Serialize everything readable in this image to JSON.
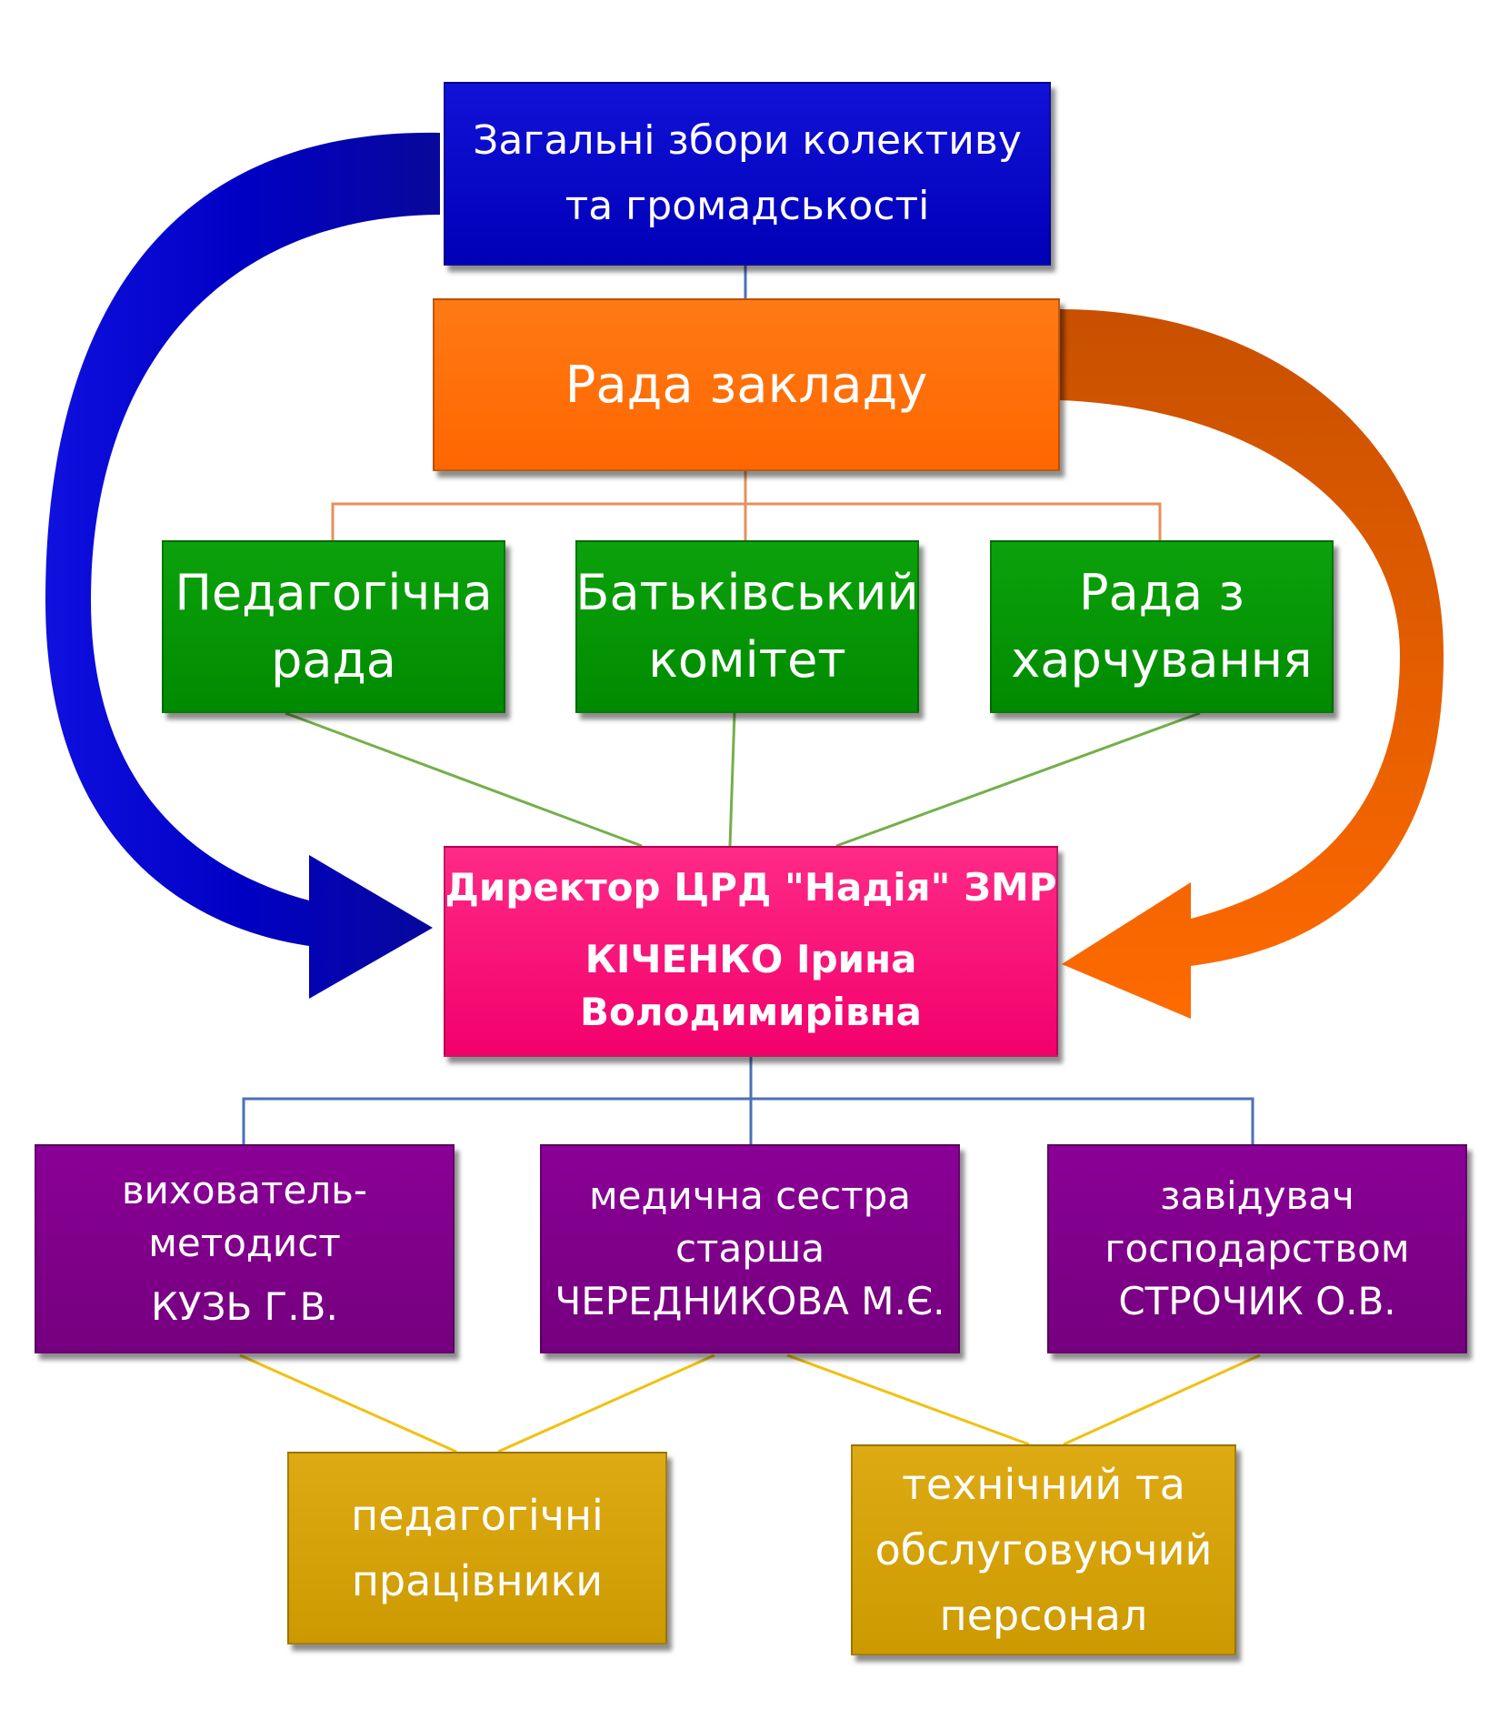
{
  "general_meeting": {
    "line1": "Загальні збори колективу",
    "line2": "та громадськості",
    "color": "#0000c8"
  },
  "school_council": {
    "label": "Рада закладу",
    "color": "#ff6a0a"
  },
  "councils": [
    {
      "line1": "Педагогічна",
      "line2": "рада"
    },
    {
      "line1": "Батьківський",
      "line2": "комітет"
    },
    {
      "line1": "Рада з",
      "line2": "харчування"
    }
  ],
  "director": {
    "line1": "Директор ЦРД \"Надія\" ЗМР",
    "line2": "КІЧЕНКО Ірина",
    "line3": "Володимирівна",
    "color": "#f8046e"
  },
  "staff": [
    {
      "line1": "вихователь-",
      "line2": "методист",
      "line3": "КУЗЬ Г.В."
    },
    {
      "line1": "медична сестра",
      "line2": "старша",
      "line3": "ЧЕРЕДНИКОВА М.Є."
    },
    {
      "line1": "завідувач",
      "line2": "господарством",
      "line3": "СТРОЧИК О.В."
    }
  ],
  "workers": [
    {
      "line1": "педагогічні",
      "line2": "працівники"
    },
    {
      "line1": "технічний та",
      "line2": "обслуговуючий",
      "line3": "персонал"
    }
  ],
  "colors": {
    "blue_arrow": "#0a0ad2",
    "orange_arrow": "#ff6a00",
    "green": "#009600",
    "purple": "#80008a",
    "gold": "#d4a20a"
  }
}
